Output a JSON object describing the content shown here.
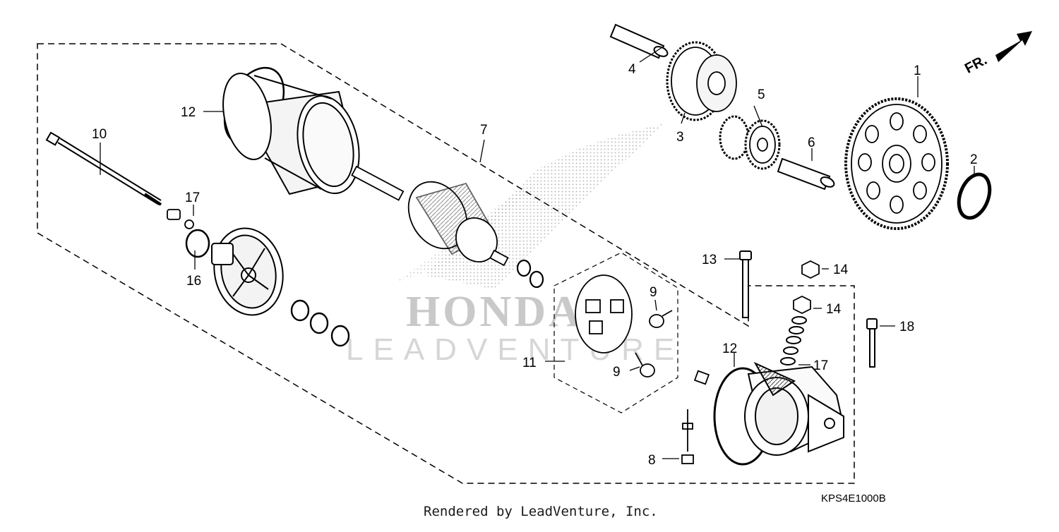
{
  "diagram": {
    "direction_label": "FR.",
    "diagram_code": "KPS4E1000B",
    "watermark_brand": "HONDA",
    "watermark_vendor": "LEADVENTURE",
    "footer": "Rendered by LeadVenture, Inc.",
    "callouts": {
      "c1": "1",
      "c2": "2",
      "c3": "3",
      "c4": "4",
      "c5": "5",
      "c6": "6",
      "c7": "7",
      "c8": "8",
      "c9a": "9",
      "c9b": "9",
      "c10": "10",
      "c11": "11",
      "c12a": "12",
      "c12b": "12",
      "c13": "13",
      "c14a": "14",
      "c14b": "14",
      "c16": "16",
      "c17a": "17",
      "c17b": "17",
      "c18": "18"
    }
  }
}
